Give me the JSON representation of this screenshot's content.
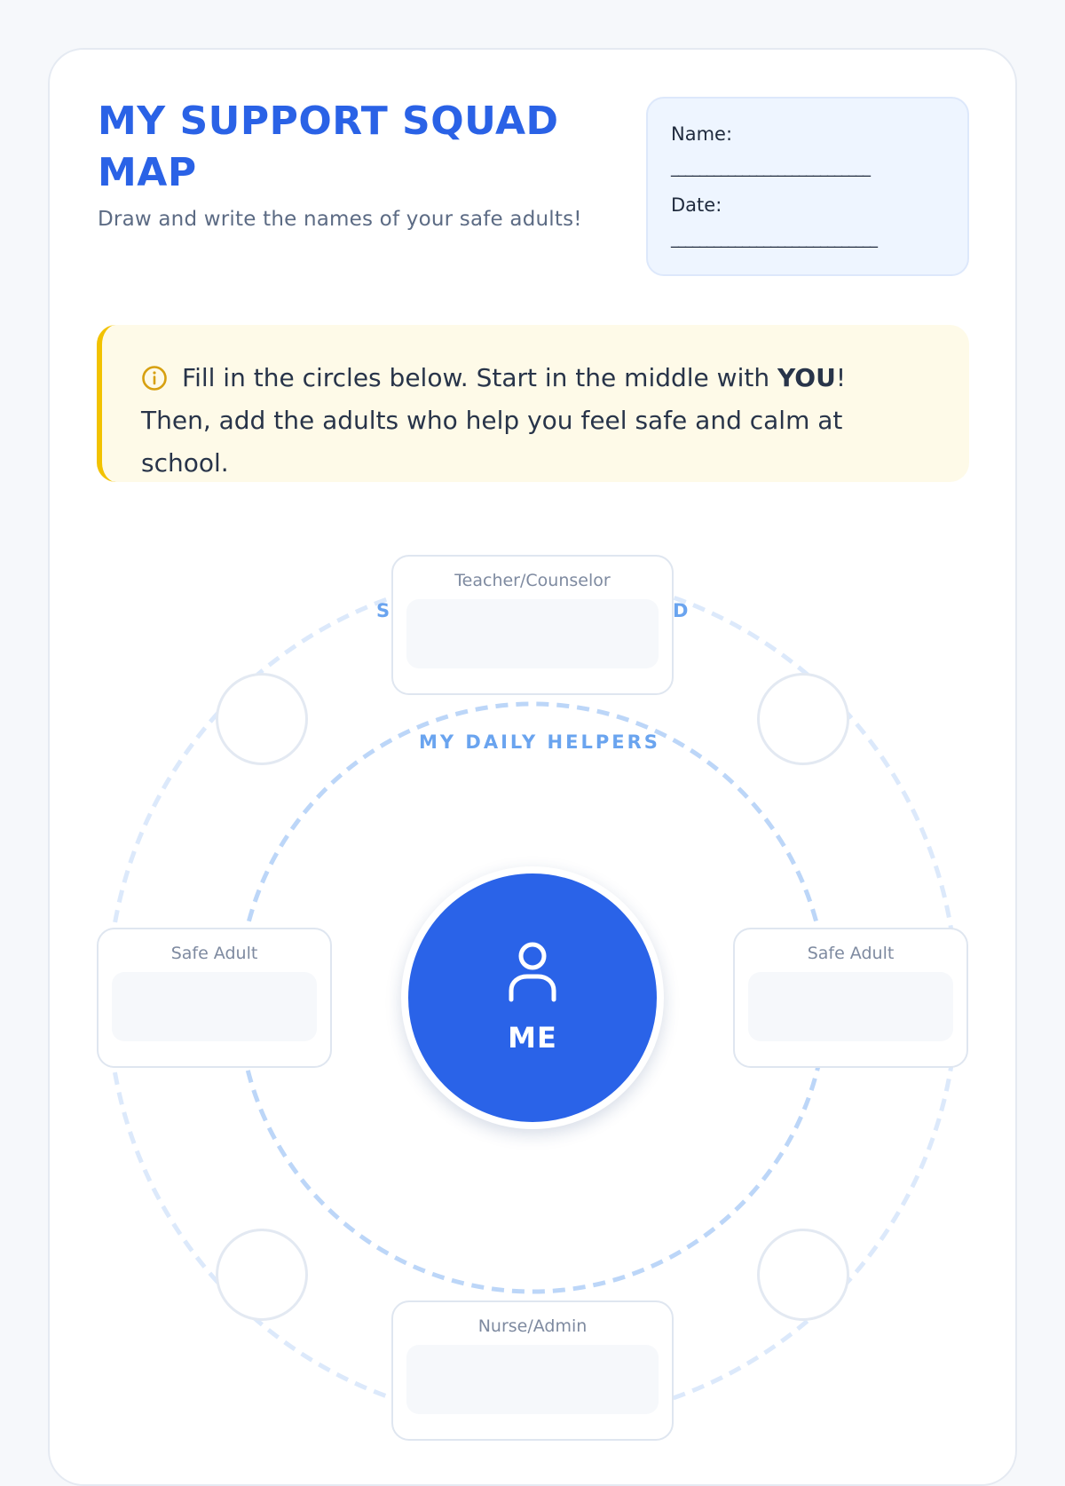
{
  "header": {
    "title": "MY SUPPORT SQUAD MAP",
    "subtitle": "Draw and write the names of your safe adults!"
  },
  "meta": {
    "name_label": "Name:",
    "name_line": "____________________________",
    "date_label": "Date:",
    "date_line": "_____________________________"
  },
  "instructions": {
    "icon": "info-icon",
    "text_before": "Fill in the circles below. Start in the middle with ",
    "emphasis": "YOU",
    "text_after": "! Then, add the adults who help you feel safe and calm at school."
  },
  "map": {
    "outer_ring_label_left": "S",
    "outer_ring_label_right": "D",
    "inner_ring_label": "MY DAILY HELPERS",
    "center": {
      "label": "ME",
      "icon": "person-icon"
    },
    "slots": [
      {
        "label": "Teacher/Counselor"
      },
      {
        "label": "Safe Adult"
      },
      {
        "label": "Safe Adult"
      },
      {
        "label": "Nurse/Admin"
      }
    ]
  },
  "colors": {
    "accent": "#2a62e6",
    "banner_bg": "#fefae8",
    "banner_border": "#f2c200",
    "ring_outer": "#dce9fb",
    "ring_inner": "#bcd6f8"
  }
}
